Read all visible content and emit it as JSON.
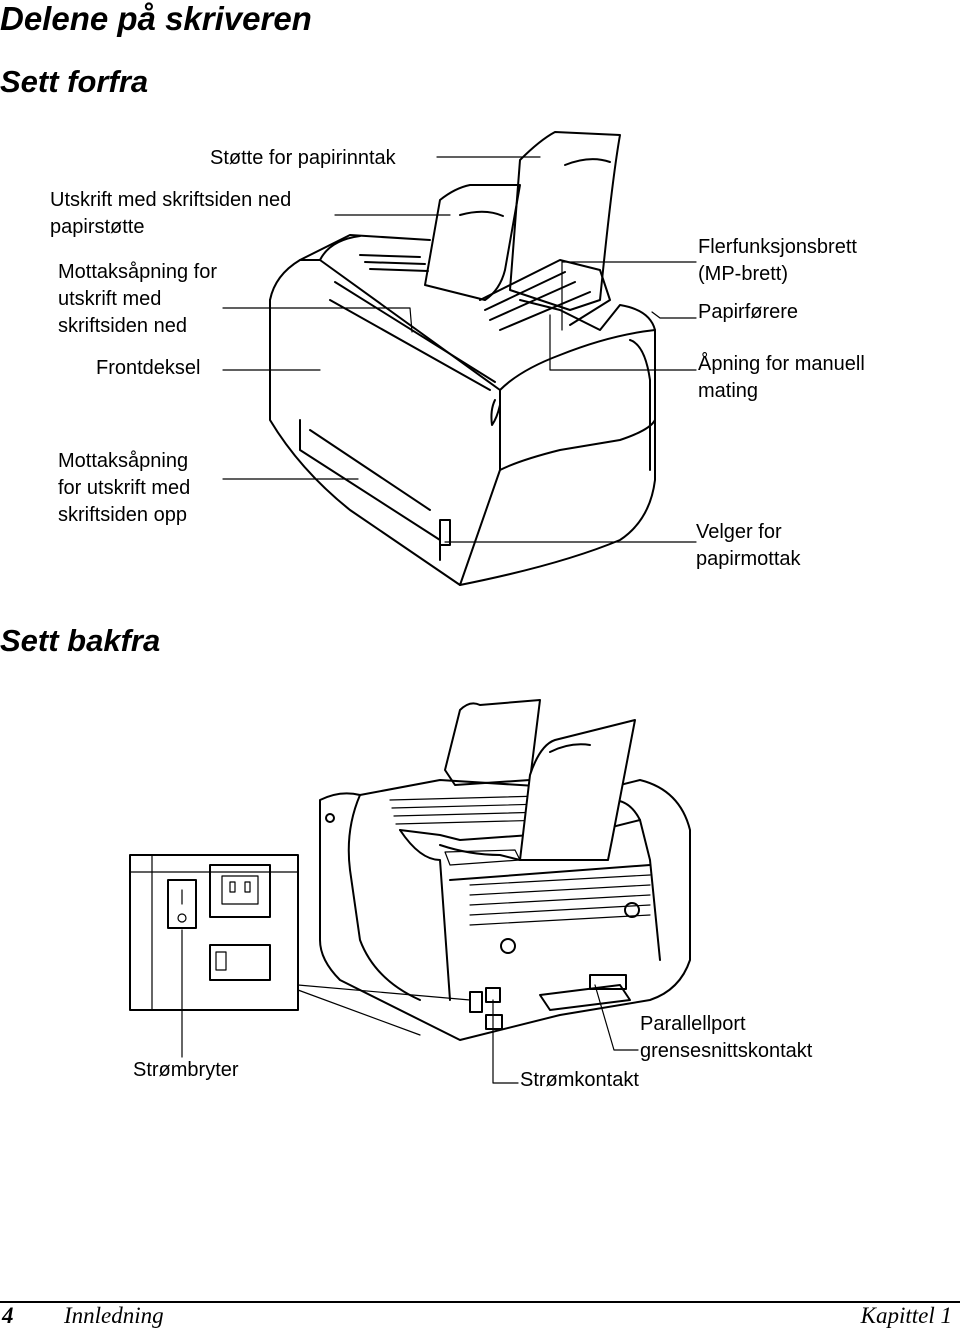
{
  "page_title": "Delene på skriveren",
  "front": {
    "heading": "Sett forfra",
    "labels": {
      "paper_support": "Støtte for papirinntak",
      "face_down_support": "Utskrift med skriftsiden ned\npapirstøtte",
      "face_down_slot": "Mottaksåpning for\nutskrift med\nskriftsiden ned",
      "front_cover": "Frontdeksel",
      "face_up_slot": "Mottaksåpning\nfor utskrift med\nskriftsiden opp",
      "mp_tray": "Flerfunksjonsbrett\n(MP-brett)",
      "paper_guides": "Papirførere",
      "manual_feed": "Åpning for manuell\nmating",
      "output_selector": "Velger for\npapirmottak"
    }
  },
  "back": {
    "heading": "Sett bakfra",
    "labels": {
      "power_switch": "Strømbryter",
      "power_socket": "Strømkontakt",
      "parallel_port": "Parallellport\ngrensesnittskontakt"
    }
  },
  "footer": {
    "page_number": "4",
    "section": "Innledning",
    "chapter": "Kapittel 1"
  }
}
